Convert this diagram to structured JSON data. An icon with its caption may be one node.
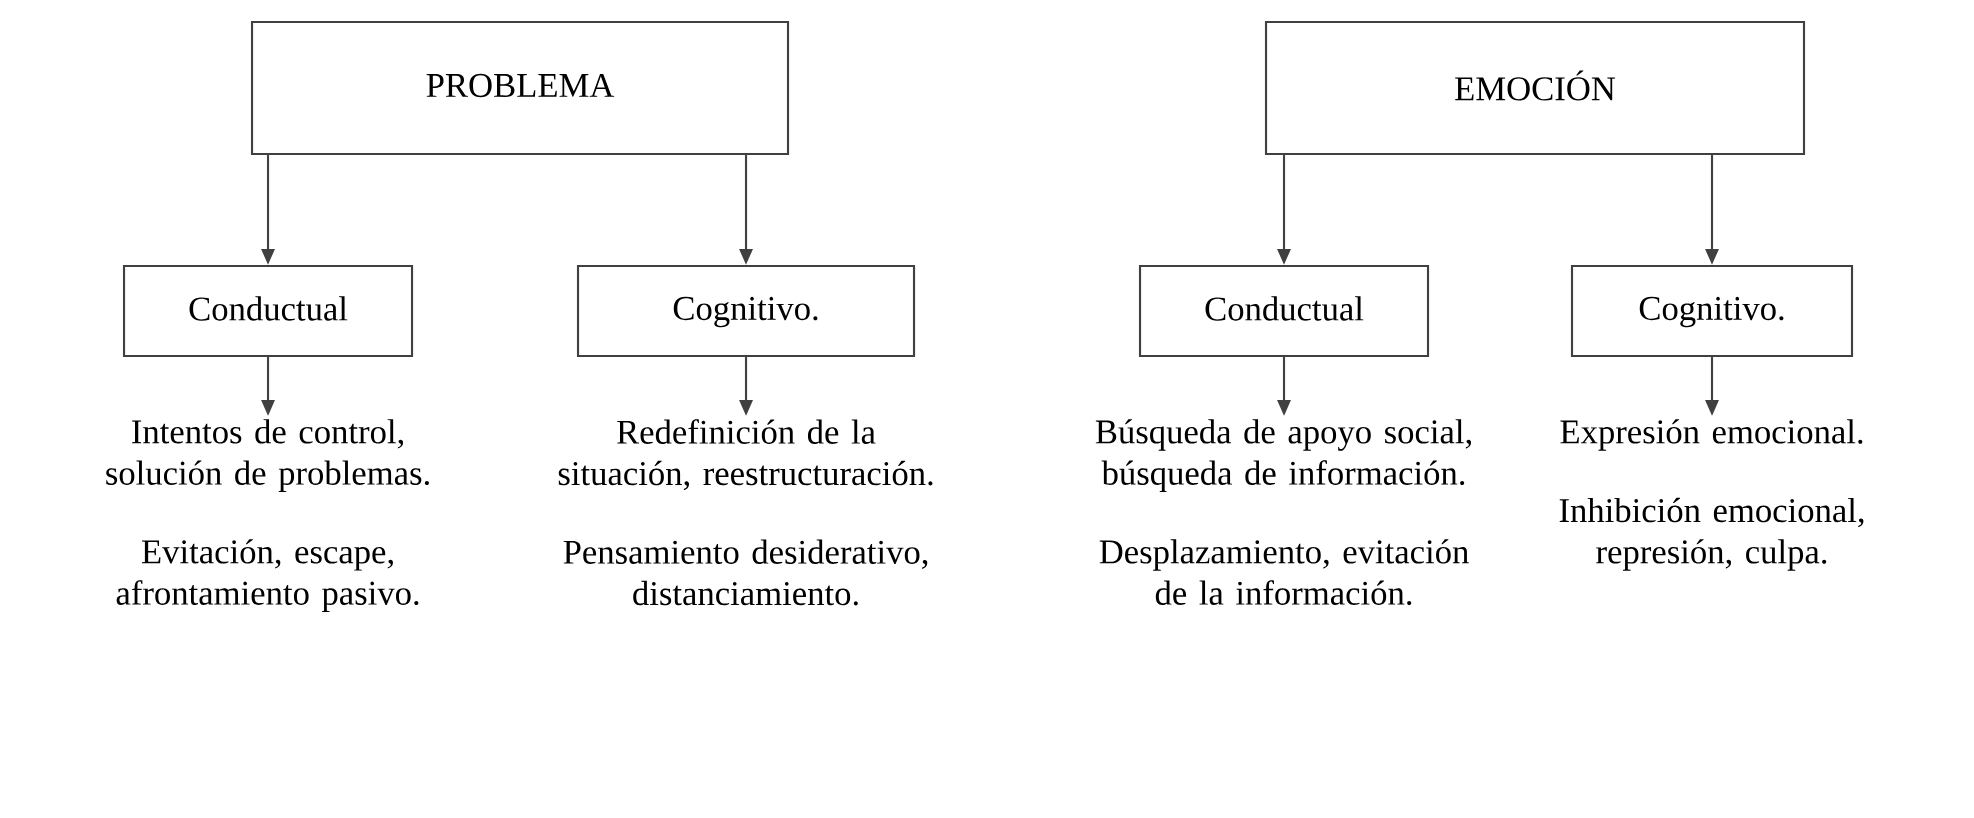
{
  "diagram": {
    "nodes": [
      {
        "text": [
          "PROBLEMA"
        ]
      },
      {
        "text": [
          "EMOCIÓN"
        ]
      },
      {
        "text": [
          "Conductual"
        ]
      },
      {
        "text": [
          "Cognitivo."
        ]
      },
      {
        "text": [
          "Conductual"
        ]
      },
      {
        "text": [
          "Cognitivo."
        ]
      },
      {
        "text": [
          "Intentos de control, solución de problemas.",
          "Evitación, escape, afrontamiento pasivo."
        ]
      },
      {
        "text": [
          "Redefinición de la situación, reestructuración.",
          "Pensamiento desiderativo, distanciamiento."
        ]
      },
      {
        "text": [
          "Búsqueda de apoyo social, búsqueda de información.",
          "Desplazamiento, evitación de la información."
        ]
      },
      {
        "text": [
          "Expresión emocional.",
          "Inhibición emocional, represión, culpa."
        ]
      }
    ],
    "edges": [
      {
        "from": 0,
        "to": 2,
        "arrow": "to"
      },
      {
        "from": 0,
        "to": 3,
        "arrow": "to"
      },
      {
        "from": 1,
        "to": 4,
        "arrow": "to"
      },
      {
        "from": 1,
        "to": 5,
        "arrow": "to"
      },
      {
        "from": 2,
        "to": 6,
        "arrow": "to"
      },
      {
        "from": 3,
        "to": 7,
        "arrow": "to"
      },
      {
        "from": 4,
        "to": 8,
        "arrow": "to"
      },
      {
        "from": 5,
        "to": 9,
        "arrow": "to"
      }
    ]
  }
}
